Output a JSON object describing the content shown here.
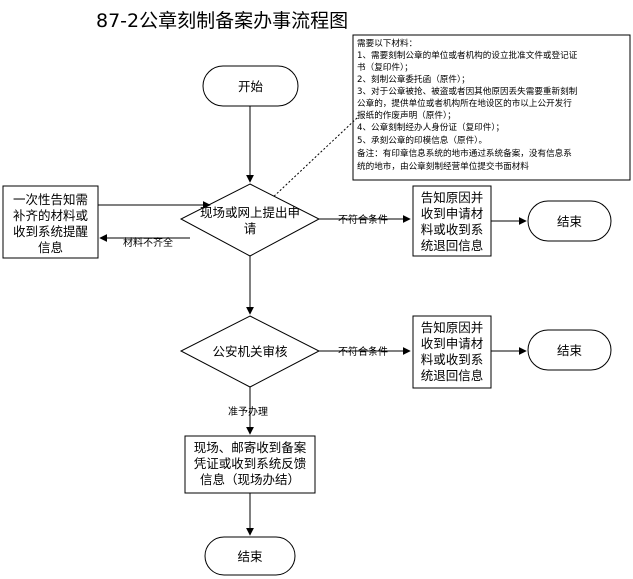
{
  "title": "87-2公章刻制备案办事流程图",
  "nodes": {
    "start": "开始",
    "submit": [
      "现场或网上提出申",
      "请"
    ],
    "notify_supplement": [
      "一次性告知需",
      "补齐的材料或",
      "收到系统提醒",
      "信息"
    ],
    "reject_1": [
      "告知原因并",
      "收到申请材",
      "料或收到系",
      "统退回信息"
    ],
    "end_1": "结束",
    "police_review": "公安机关审核",
    "reject_2": [
      "告知原因并",
      "收到申请材",
      "料或收到系",
      "统退回信息"
    ],
    "end_2": "结束",
    "receive_filing": [
      "现场、邮寄收到备案",
      "凭证或收到系统反馈",
      "信息（现场办结）"
    ],
    "end_final": "结束"
  },
  "edges": {
    "incomplete_materials": "材料不齐全",
    "not_qualified_1": "不符合条件",
    "not_qualified_2": "不符合条件",
    "approved": "准予办理"
  },
  "note_lines": [
    "需要以下材料：",
    "1、需要刻制公章的单位或者机构的设立批准文件或登记证",
    "书（复印件）；",
    "2、刻制公章委托函（原件）；",
    "3、对于公章被抢、被盗或者因其他原因丢失需要重新刻制",
    "公章的，提供单位或者机构所在地设区的市以上公开发行",
    "报纸的作废声明（原件）；",
    "4、公章刻制经办人身份证（复印件）；",
    "5、承刻公章的印模信息（原件）。",
    "备注：有印章信息系统的地市通过系统备案，没有信息系",
    "统的地市，由公章刻制经营单位提交书面材料"
  ]
}
